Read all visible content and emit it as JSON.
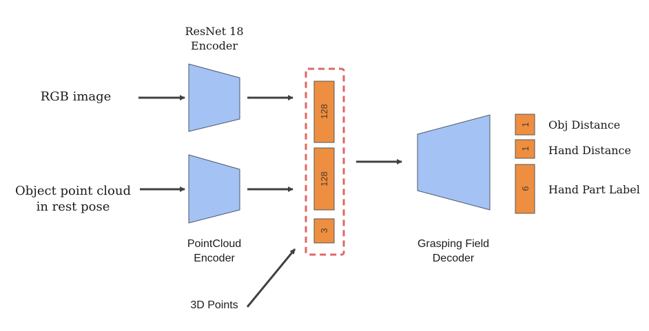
{
  "inputs": {
    "rgb_image": "RGB image",
    "object_point_cloud_line1": "Object point cloud",
    "object_point_cloud_line2": "in rest pose",
    "points_3d": "3D Points"
  },
  "encoders": {
    "resnet_line1": "ResNet 18",
    "resnet_line2": "Encoder",
    "pointcloud_line1": "PointCloud",
    "pointcloud_line2": "Encoder"
  },
  "latent": {
    "segments": [
      "128",
      "128",
      "3"
    ],
    "border_color": "#e06666"
  },
  "decoder": {
    "line1": "Grasping Field",
    "line2": "Decoder"
  },
  "outputs": [
    {
      "dim": "1",
      "label": "Obj Distance"
    },
    {
      "dim": "1",
      "label": "Hand Distance"
    },
    {
      "dim": "6",
      "label": "Hand Part Label"
    }
  ],
  "colors": {
    "encoder_fill": "#a4c2f4",
    "feature_fill": "#ee8e41",
    "arrow": "#404040"
  }
}
